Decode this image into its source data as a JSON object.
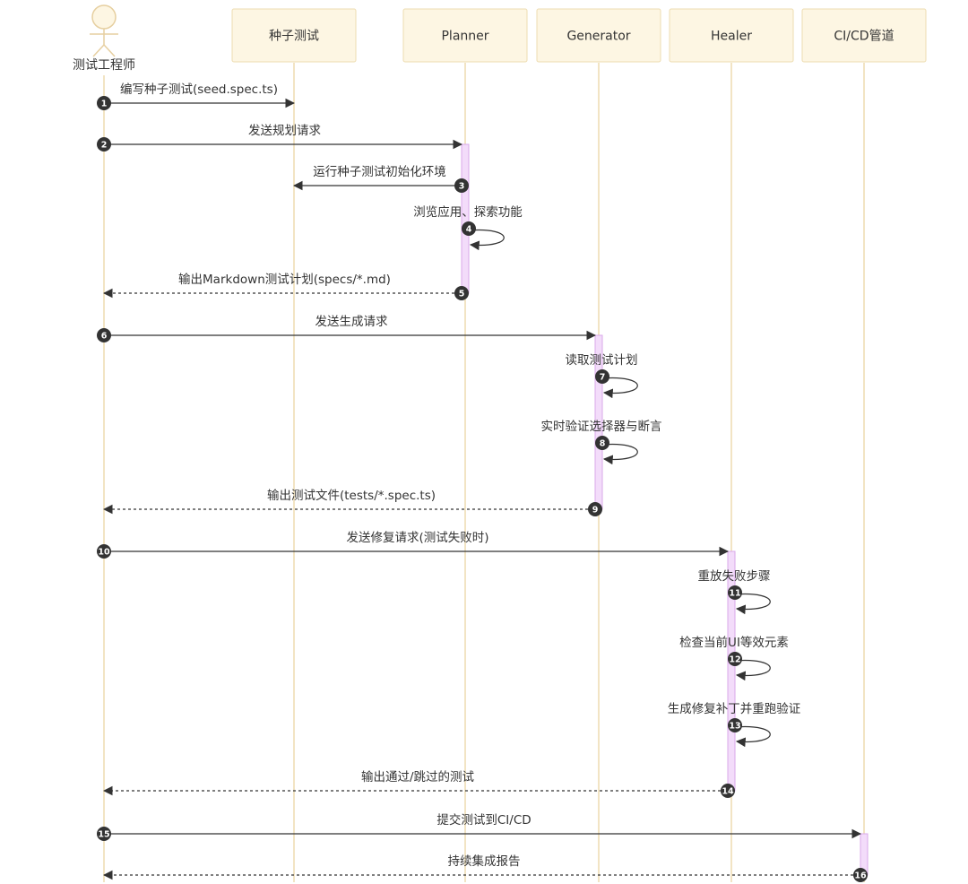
{
  "colors": {
    "participant_fill": "#fdf6e3",
    "participant_border": "#eddcb0",
    "lifeline": "#eddcb0",
    "activation": "#f3dcfa",
    "arrow": "#333333"
  },
  "actor": {
    "label": "测试工程师",
    "icon": "person-icon"
  },
  "participants": [
    {
      "id": "engineer",
      "label": "测试工程师"
    },
    {
      "id": "seed",
      "label": "种子测试"
    },
    {
      "id": "planner",
      "label": "Planner"
    },
    {
      "id": "generator",
      "label": "Generator"
    },
    {
      "id": "healer",
      "label": "Healer"
    },
    {
      "id": "cicd",
      "label": "CI/CD管道"
    }
  ],
  "messages": [
    {
      "num": "1",
      "from": "engineer",
      "to": "seed",
      "label": "编写种子测试(seed.spec.ts)",
      "style": "solid"
    },
    {
      "num": "2",
      "from": "engineer",
      "to": "planner",
      "label": "发送规划请求",
      "style": "solid"
    },
    {
      "num": "3",
      "from": "planner",
      "to": "seed",
      "label": "运行种子测试初始化环境",
      "style": "solid"
    },
    {
      "num": "4",
      "from": "planner",
      "to": "planner",
      "label": "浏览应用、探索功能",
      "style": "self"
    },
    {
      "num": "5",
      "from": "planner",
      "to": "engineer",
      "label": "输出Markdown测试计划(specs/*.md)",
      "style": "dashed"
    },
    {
      "num": "6",
      "from": "engineer",
      "to": "generator",
      "label": "发送生成请求",
      "style": "solid"
    },
    {
      "num": "7",
      "from": "generator",
      "to": "generator",
      "label": "读取测试计划",
      "style": "self"
    },
    {
      "num": "8",
      "from": "generator",
      "to": "generator",
      "label": "实时验证选择器与断言",
      "style": "self"
    },
    {
      "num": "9",
      "from": "generator",
      "to": "engineer",
      "label": "输出测试文件(tests/*.spec.ts)",
      "style": "dashed"
    },
    {
      "num": "10",
      "from": "engineer",
      "to": "healer",
      "label": "发送修复请求(测试失败时)",
      "style": "solid"
    },
    {
      "num": "11",
      "from": "healer",
      "to": "healer",
      "label": "重放失败步骤",
      "style": "self"
    },
    {
      "num": "12",
      "from": "healer",
      "to": "healer",
      "label": "检查当前UI等效元素",
      "style": "self"
    },
    {
      "num": "13",
      "from": "healer",
      "to": "healer",
      "label": "生成修复补丁并重跑验证",
      "style": "self"
    },
    {
      "num": "14",
      "from": "healer",
      "to": "engineer",
      "label": "输出通过/跳过的测试",
      "style": "dashed"
    },
    {
      "num": "15",
      "from": "engineer",
      "to": "cicd",
      "label": "提交测试到CI/CD",
      "style": "solid"
    },
    {
      "num": "16",
      "from": "cicd",
      "to": "engineer",
      "label": "持续集成报告",
      "style": "dashed"
    }
  ],
  "activations": [
    {
      "participant": "planner",
      "from_msg": "2",
      "to_msg": "5"
    },
    {
      "participant": "generator",
      "from_msg": "6",
      "to_msg": "9"
    },
    {
      "participant": "healer",
      "from_msg": "10",
      "to_msg": "14"
    },
    {
      "participant": "cicd",
      "from_msg": "15",
      "to_msg": "16"
    }
  ]
}
